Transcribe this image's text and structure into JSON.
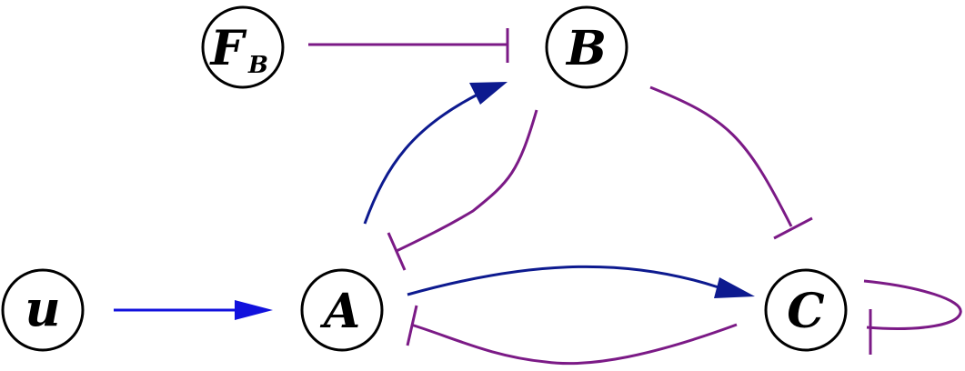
{
  "nodes": {
    "u": {
      "label": "u"
    },
    "A": {
      "label": "A"
    },
    "B": {
      "label": "B"
    },
    "C": {
      "label": "C"
    },
    "FB": {
      "label": "F",
      "subscript": "B"
    }
  },
  "edges": [
    {
      "from": "u",
      "to": "A",
      "type": "activation",
      "color": "#1111dd"
    },
    {
      "from": "A",
      "to": "B",
      "type": "activation",
      "color": "#0d1a8f"
    },
    {
      "from": "A",
      "to": "C",
      "type": "activation",
      "color": "#0d1a8f"
    },
    {
      "from": "FB",
      "to": "B",
      "type": "inhibition",
      "color": "#7b1a86"
    },
    {
      "from": "B",
      "to": "A",
      "type": "inhibition",
      "color": "#7b1a86"
    },
    {
      "from": "B",
      "to": "C",
      "type": "inhibition",
      "color": "#7b1a86"
    },
    {
      "from": "C",
      "to": "A",
      "type": "inhibition",
      "color": "#7b1a86"
    },
    {
      "from": "C",
      "to": "C",
      "type": "inhibition",
      "color": "#7b1a86"
    }
  ]
}
